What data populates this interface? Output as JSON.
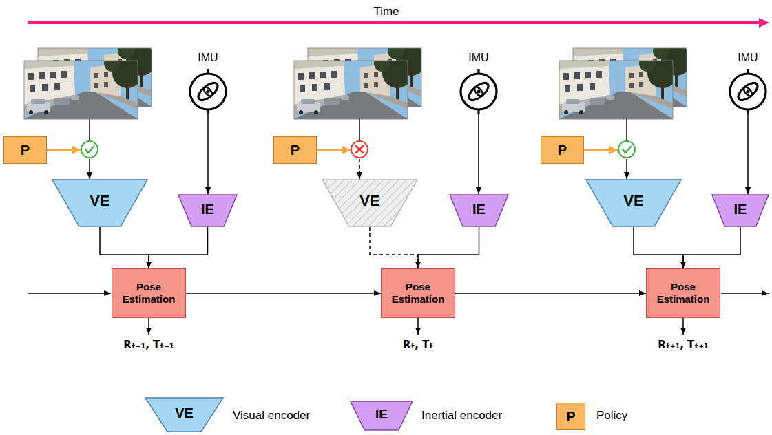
{
  "diagram": {
    "nodes": [
      {
        "text": [
          "IMU"
        ]
      },
      {
        "text": [
          "P"
        ]
      },
      {
        "text": [
          "VE"
        ]
      },
      {
        "text": [
          "IE"
        ]
      },
      {
        "text": [
          "Pose Estimation"
        ]
      },
      {
        "text": [
          "IMU"
        ]
      },
      {
        "text": [
          "P"
        ]
      },
      {
        "text": [
          "VE"
        ]
      },
      {
        "text": [
          "IE"
        ]
      },
      {
        "text": [
          "Pose Estimation"
        ]
      },
      {
        "text": [
          "IMU"
        ]
      },
      {
        "text": [
          "P"
        ]
      },
      {
        "text": [
          "VE"
        ]
      },
      {
        "text": [
          "IE"
        ]
      },
      {
        "text": [
          "Pose Estimation"
        ]
      },
      {
        "text": [
          "VE"
        ]
      },
      {
        "text": [
          "IE"
        ]
      },
      {
        "text": [
          "P"
        ]
      }
    ],
    "edges": [
      {
        "from": 0,
        "to": 3,
        "arrow": "to"
      },
      {
        "from": 1,
        "to": 2,
        "arrow": "to"
      },
      {
        "from": 2,
        "to": 4,
        "arrow": "to"
      },
      {
        "from": 3,
        "to": 4,
        "arrow": "to"
      },
      {
        "from": 5,
        "to": 8,
        "arrow": "to"
      },
      {
        "from": 6,
        "to": 7,
        "arrow": "to"
      },
      {
        "from": 7,
        "to": 9,
        "arrow": "to"
      },
      {
        "from": 8,
        "to": 9,
        "arrow": "to"
      },
      {
        "from": 10,
        "to": 13,
        "arrow": "to"
      },
      {
        "from": 11,
        "to": 12,
        "arrow": "to"
      },
      {
        "from": 12,
        "to": 14,
        "arrow": "to"
      },
      {
        "from": 13,
        "to": 14,
        "arrow": "to"
      },
      {
        "from": 4,
        "to": 9,
        "arrow": "to"
      },
      {
        "from": 9,
        "to": 14,
        "arrow": "to"
      }
    ],
    "labels": [
      "Time",
      "Rₜ₋₁, Tₜ₋₁",
      "Rₜ, Tₜ",
      "Rₜ₊₁, Tₜ₊₁"
    ],
    "legend": [
      {
        "text": "Visual encoder"
      },
      {
        "text": "Inertial encoder"
      },
      {
        "text": "Policy"
      }
    ]
  }
}
